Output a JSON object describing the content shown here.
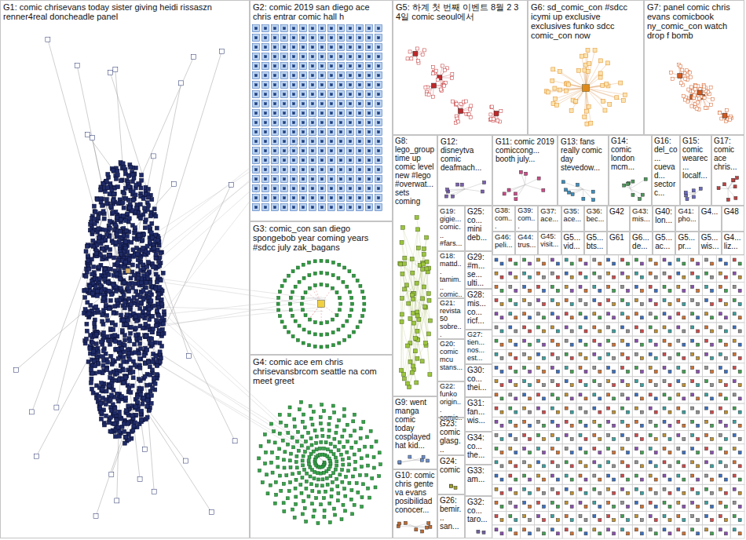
{
  "diagram": {
    "nodes": [
      {
        "text": [
          "G1: comic chrisevans today sister giving heidi rissaszn renner4real doncheadle panel"
        ]
      },
      {
        "text": [
          "G2: comic 2019 san diego ace chris entrar comic hall h"
        ]
      },
      {
        "text": [
          "G3: comic_con san diego spongebob year coming years #sdcc july zak_bagans"
        ]
      },
      {
        "text": [
          "G4: comic ace em chris chrisevansbrcom seattle na com meet greet"
        ]
      },
      {
        "text": [
          "G5: 하계 첫 번째 이벤트 8월 2 3 4일 comic seoul에서"
        ]
      },
      {
        "text": [
          "G6: sd_comic_con #sdcc icymi up exclusive exclusives funko sdcc comic_con now"
        ]
      },
      {
        "text": [
          "G7: panel comic chris evans comicbook ny_comic_con watch drop f bomb"
        ]
      },
      {
        "text": [
          "G8: lego_group time up comic level new #lego #overwat... sets coming"
        ]
      },
      {
        "text": [
          "G9: went manga comic today cosplayed hat kid..."
        ]
      },
      {
        "text": [
          "G10: comic chris gente va evans posibilidad conocer..."
        ]
      },
      {
        "text": [
          "G12: disneytva comic deafmach..."
        ]
      },
      {
        "text": [
          "G11: comic 2019 comiccong... booth july..."
        ]
      },
      {
        "text": [
          "G13: fans really comic day stevedow..."
        ]
      },
      {
        "text": [
          "G14: comic london mcm..."
        ]
      },
      {
        "text": [
          "G16: del_co... cuevad... sectorc..."
        ]
      },
      {
        "text": [
          "G15: comic wearec... localf..."
        ]
      },
      {
        "text": [
          "G17: comic ace chris..."
        ]
      },
      {
        "text": [
          "G19: gigie... comic... #fars..."
        ]
      },
      {
        "text": [
          "G25: co... mini deb..."
        ]
      },
      {
        "text": [
          "G18: mattd... tamim... comic..."
        ]
      },
      {
        "text": [
          "G29: #m... se... ulti..."
        ]
      },
      {
        "text": [
          "G28: mis... co... ricf..."
        ]
      },
      {
        "text": [
          "G21: revista 50 sobre..."
        ]
      },
      {
        "text": [
          "G27: tien... nos... est..."
        ]
      },
      {
        "text": [
          "G20: comic mcu stans..."
        ]
      },
      {
        "text": [
          "G30: co... thei..."
        ]
      },
      {
        "text": [
          "G22: funko origin... comic..."
        ]
      },
      {
        "text": [
          "G31: fan... wis..."
        ]
      },
      {
        "text": [
          "G23: comic glasg..."
        ]
      },
      {
        "text": [
          "G34: co... the..."
        ]
      },
      {
        "text": [
          "G24: comic"
        ]
      },
      {
        "text": [
          "G33: am..."
        ]
      },
      {
        "text": [
          "G26: bemir... san..."
        ]
      },
      {
        "text": [
          "G32: co... taro..."
        ]
      },
      {
        "text": [
          "G38: com..."
        ]
      },
      {
        "text": [
          "G39: com..."
        ]
      },
      {
        "text": [
          "G37: ace..."
        ]
      },
      {
        "text": [
          "G35: ace..."
        ]
      },
      {
        "text": [
          "G36: bec..."
        ]
      },
      {
        "text": [
          "G42"
        ]
      },
      {
        "text": [
          "G43: mis..."
        ]
      },
      {
        "text": [
          "G40: lon..."
        ]
      },
      {
        "text": [
          "G41: pho..."
        ]
      },
      {
        "text": [
          "G4..."
        ]
      },
      {
        "text": [
          "G48"
        ]
      },
      {
        "text": [
          "G46: peli..."
        ]
      },
      {
        "text": [
          "G44: trus..."
        ]
      },
      {
        "text": [
          "G45: visit..."
        ]
      },
      {
        "text": [
          "G5... vid..."
        ]
      },
      {
        "text": [
          "G5... bts..."
        ]
      },
      {
        "text": [
          "G61"
        ]
      },
      {
        "text": [
          "G6... de..."
        ]
      },
      {
        "text": [
          "G5... ac..."
        ]
      },
      {
        "text": [
          "G5... pr..."
        ]
      },
      {
        "text": [
          "G5... wis..."
        ]
      },
      {
        "text": [
          "G4... liz..."
        ]
      }
    ]
  }
}
